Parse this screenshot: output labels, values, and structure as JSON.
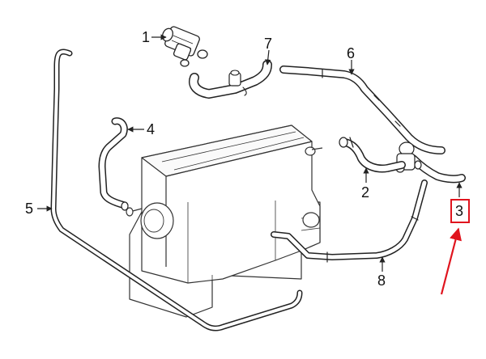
{
  "callouts": {
    "c1": "1",
    "c2": "2",
    "c3": "3",
    "c4": "4",
    "c5": "5",
    "c6": "6",
    "c7": "7",
    "c8": "8"
  },
  "highlight": {
    "callout": "3",
    "color": "#e0141e"
  },
  "colors": {
    "line": "#222222",
    "ink": "#111111",
    "accent": "#e0141e"
  }
}
